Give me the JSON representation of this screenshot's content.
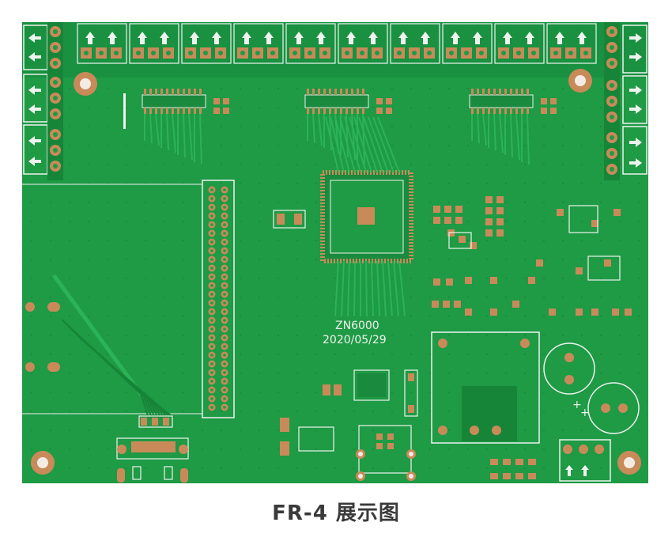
{
  "image": {
    "subject": "PCB board",
    "caption": "FR-4 展示图",
    "colors": {
      "board": "#1f9a45",
      "board_dark": "#178538",
      "trace": "#2bb357",
      "copper": "#c98a5a",
      "silkscreen": "#eef3ee",
      "background": "#ffffff"
    }
  },
  "silkscreen": {
    "model": "ZN6000",
    "date": "2020/05/29"
  }
}
